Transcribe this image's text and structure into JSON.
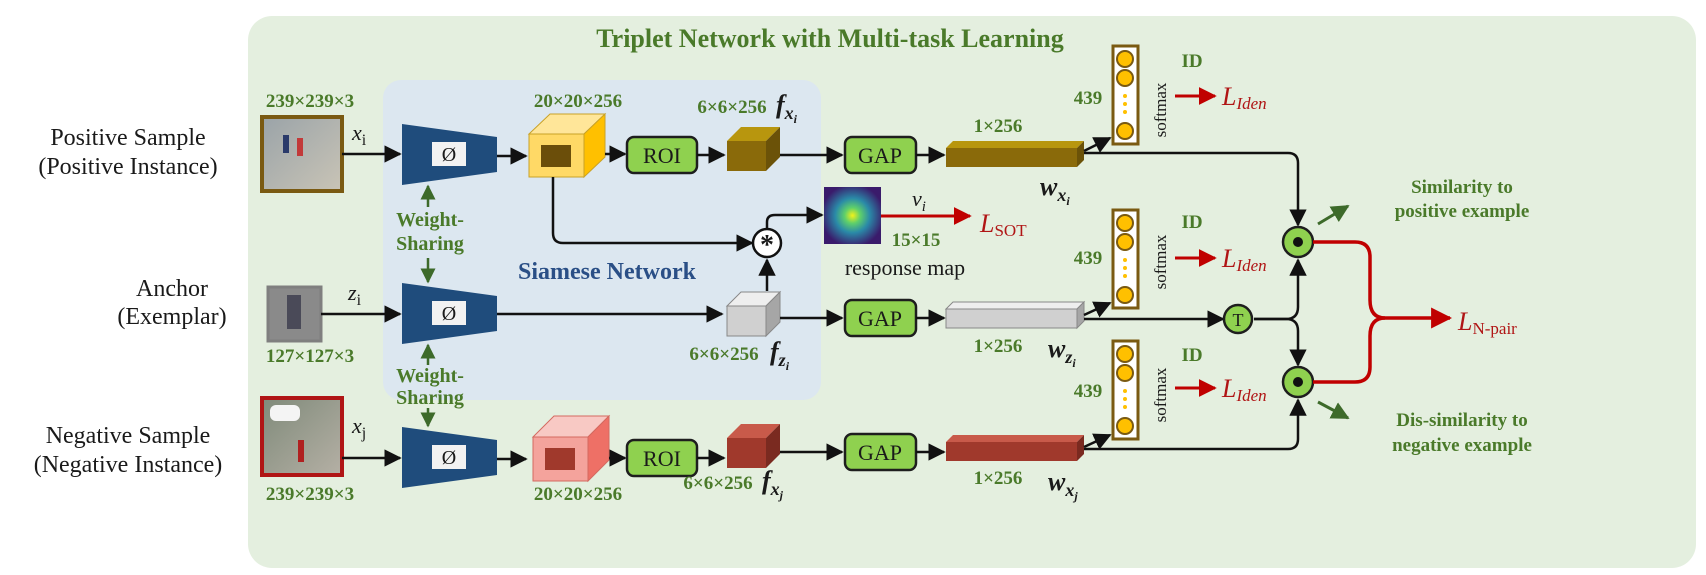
{
  "title": "Triplet Network with Multi-task Learning",
  "siamese_label": "Siamese Network",
  "inputs": {
    "positive": {
      "line1": "Positive Sample",
      "line2": "(Positive Instance)",
      "size": "239×239×3",
      "var_base": "x",
      "var_sub": "i"
    },
    "anchor": {
      "line1": "Anchor",
      "line2": "(Exemplar)",
      "size": "127×127×3",
      "var_base": "z",
      "var_sub": "i"
    },
    "negative": {
      "line1": "Negative Sample",
      "line2": "(Negative Instance)",
      "size": "239×239×3",
      "var_base": "x",
      "var_sub": "j"
    }
  },
  "encoder_symbol": "Ø",
  "weight_sharing": {
    "line1": "Weight-",
    "line2": "Sharing"
  },
  "feature_map_size": "20×20×256",
  "roi_label": "ROI",
  "gap_label": "GAP",
  "roi_feature_size": "6×6×256",
  "f_labels": {
    "base": "f",
    "sub_pos": "x",
    "sub_pos_i": "i",
    "sub_anchor": "z",
    "sub_anchor_i": "i",
    "sub_neg": "x",
    "sub_neg_j": "j"
  },
  "vector_size": "1×256",
  "w_labels": {
    "base": "w",
    "sub_pos": "x",
    "sub_pos_i": "i",
    "sub_anchor": "z",
    "sub_anchor_i": "i",
    "sub_neg": "x",
    "sub_neg_j": "j"
  },
  "classifier": {
    "classes": "439",
    "softmax": "softmax",
    "id": "ID",
    "loss_base": "L",
    "loss_sub": "Iden"
  },
  "response": {
    "var_base": "v",
    "var_sub": "i",
    "size": "15×15",
    "label": "response map",
    "loss_base": "L",
    "loss_sub": "SOT"
  },
  "transpose_symbol": "T",
  "similarity_pos": {
    "line1": "Similarity to",
    "line2": "positive example"
  },
  "similarity_neg": {
    "line1": "Dis-similarity to",
    "line2": "negative example"
  },
  "npair_loss": {
    "base": "L",
    "sub": "N-pair"
  },
  "colors": {
    "panel_green": "#e4efdf",
    "siamese_blue": "#dce7f0",
    "encoder_blue": "#1f4c7c",
    "gap_green": "#8fd14f",
    "feat_yellow": "#ffd966",
    "feat_pink": "#f4a39c",
    "pos_brown": "#8a6a0a",
    "neg_red": "#a0392c",
    "anchor_gray": "#cccccc",
    "loss_red": "#c00000",
    "text_green": "#4a7a2a"
  }
}
